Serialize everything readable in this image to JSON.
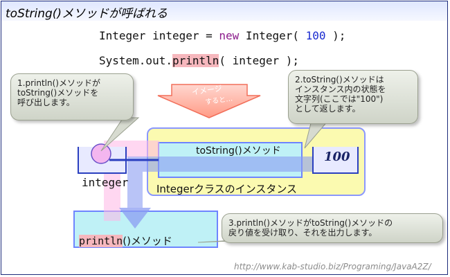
{
  "title": "toString()メソッドが呼ばれる",
  "code": {
    "line1": {
      "a": "Integer integer = ",
      "kw": "new",
      "b": " Integer( ",
      "num": "100",
      "c": " );"
    },
    "line2": {
      "a": "System.out.",
      "hl": "println",
      "b": "( integer );"
    }
  },
  "notes": {
    "note1": "1.println()メソッドが\ntoString()メソッドを\n呼び出します。",
    "note2": "2.toString()メソッドは\nインスタンス内の状態を\n文字列(ここでは\"100\")\nとして返します。",
    "note3": "3.println()メソッドがtoString()メソッドの\n戻り値を受け取り、それを出力します。"
  },
  "image_arrow": {
    "line1": "イメージ",
    "line2": "すると…"
  },
  "variable_label": "integer",
  "tostring_label": "toString()メソッド",
  "value_label": "100",
  "instance_label": "Integerクラスのインスタンス",
  "println_label": {
    "hl": "println",
    "rest": "()メソッド"
  },
  "url": "http://www.kab-studio.biz/Programing/JavaA2Z/"
}
